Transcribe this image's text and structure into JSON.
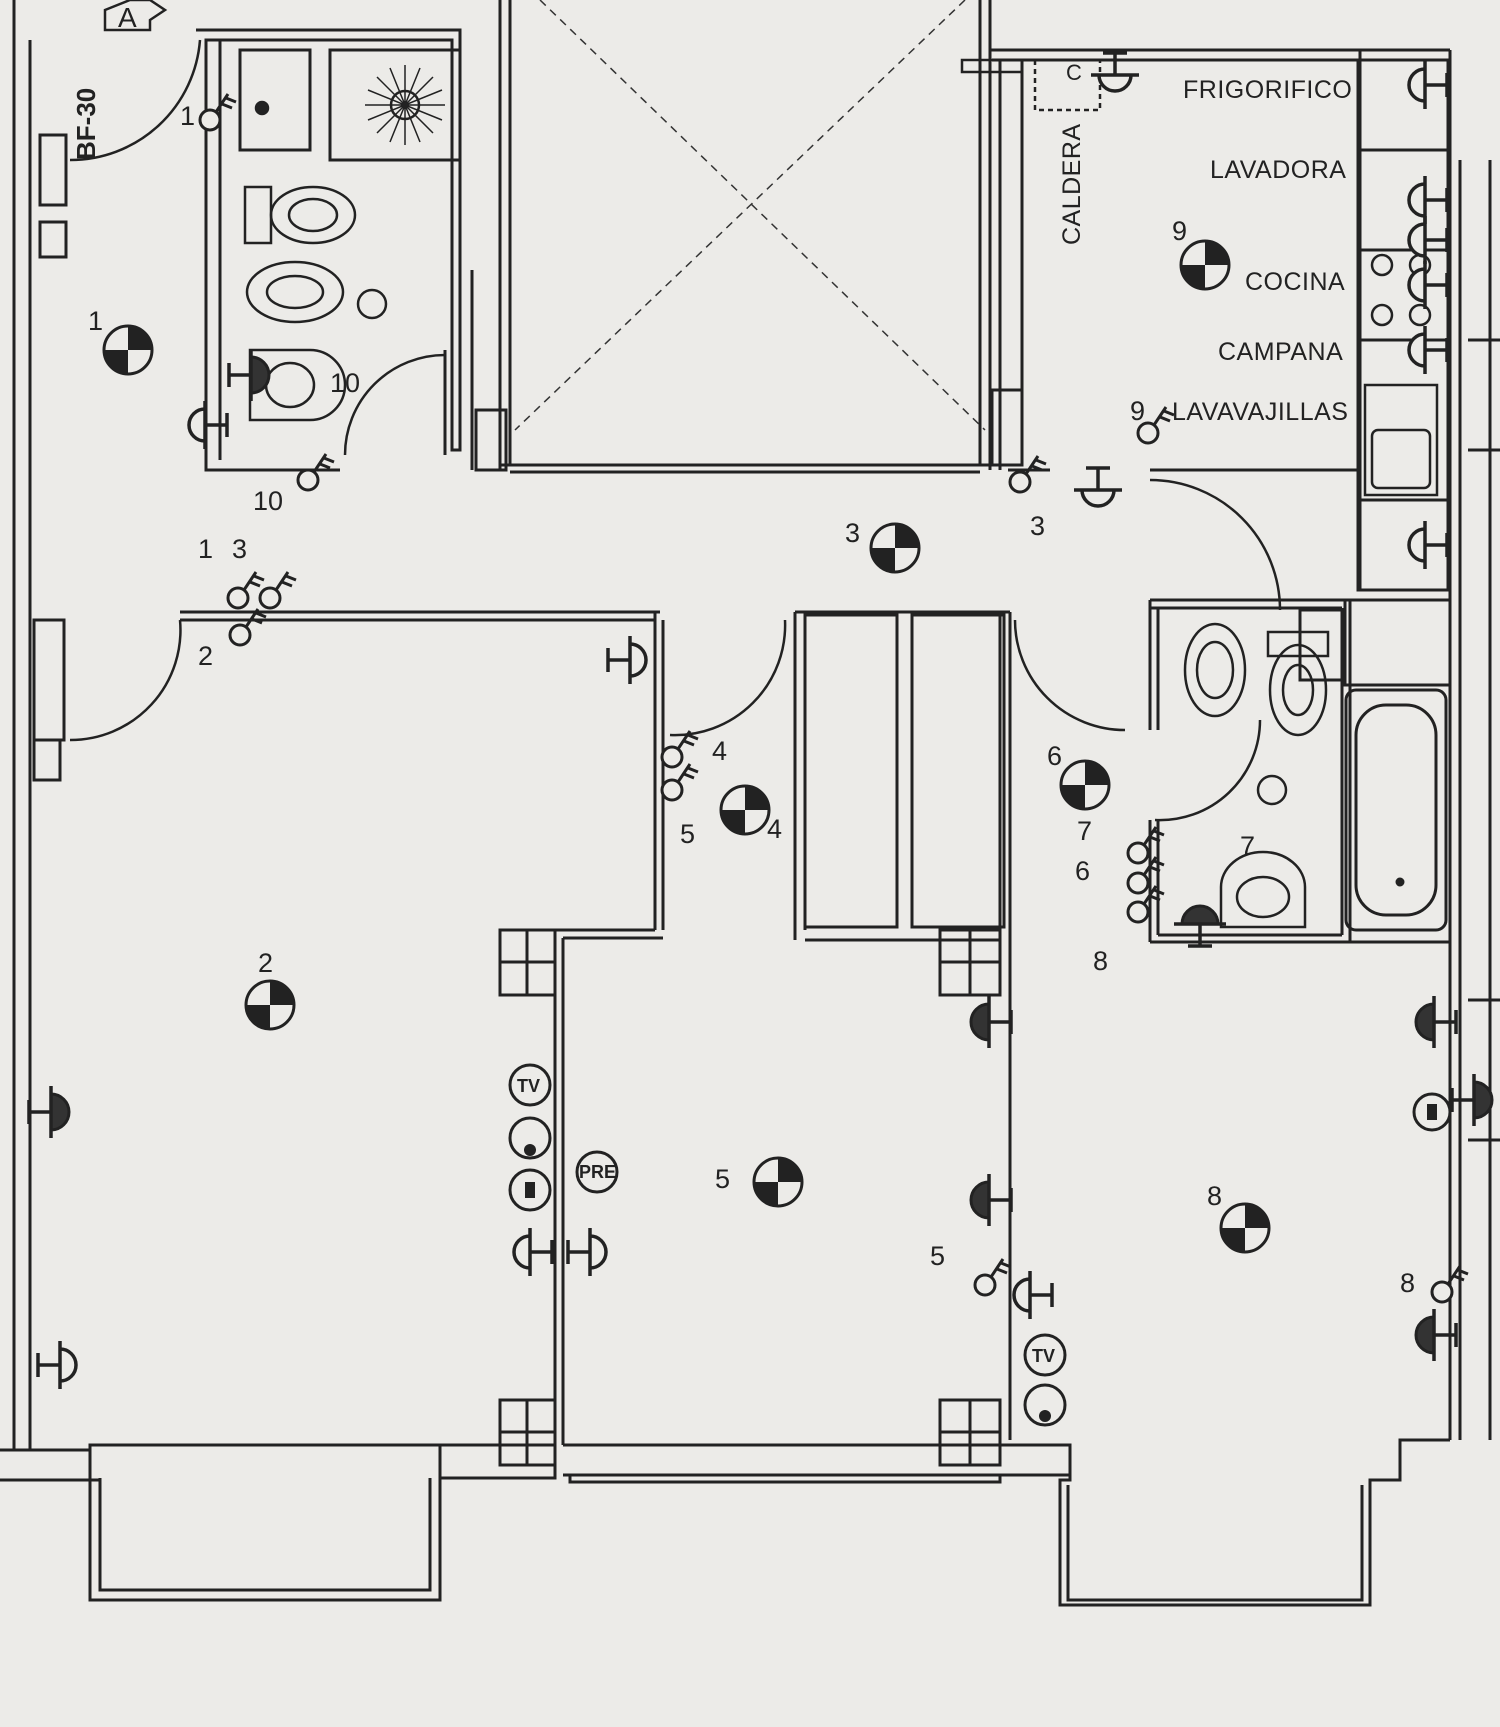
{
  "drawing": {
    "grid_letter": "A",
    "riser_code": "BF-30",
    "colors": {
      "paper": "#ecebe8",
      "ink": "#222222",
      "fill": "#333333"
    }
  },
  "room_labels": {
    "frigorifico": "FRIGORIFICO",
    "lavadora": "LAVADORA",
    "cocina": "COCINA",
    "campana": "CAMPANA",
    "lavavajillas": "LAVAVAJILLAS",
    "caldera": "CALDERA"
  },
  "symbol_labels": {
    "tv_1": "TV",
    "tv_2": "TV",
    "pre": "PRE",
    "boiler_c": "C"
  },
  "point_numbers": [
    {
      "id": "n1a",
      "text": "1"
    },
    {
      "id": "n1b",
      "text": "1"
    },
    {
      "id": "n1c",
      "text": "1"
    },
    {
      "id": "n2a",
      "text": "2"
    },
    {
      "id": "n2b",
      "text": "2"
    },
    {
      "id": "n3a",
      "text": "3"
    },
    {
      "id": "n3b",
      "text": "3"
    },
    {
      "id": "n3c",
      "text": "3"
    },
    {
      "id": "n4a",
      "text": "4"
    },
    {
      "id": "n4b",
      "text": "4"
    },
    {
      "id": "n5a",
      "text": "5"
    },
    {
      "id": "n5b",
      "text": "5"
    },
    {
      "id": "n5c",
      "text": "5"
    },
    {
      "id": "n6a",
      "text": "6"
    },
    {
      "id": "n6b",
      "text": "6"
    },
    {
      "id": "n7a",
      "text": "7"
    },
    {
      "id": "n7b",
      "text": "7"
    },
    {
      "id": "n8a",
      "text": "8"
    },
    {
      "id": "n8b",
      "text": "8"
    },
    {
      "id": "n8c",
      "text": "8"
    },
    {
      "id": "n9a",
      "text": "9"
    },
    {
      "id": "n9b",
      "text": "9"
    },
    {
      "id": "n10a",
      "text": "10"
    },
    {
      "id": "n10b",
      "text": "10"
    }
  ]
}
